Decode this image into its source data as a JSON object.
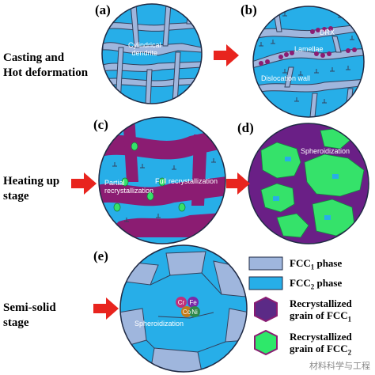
{
  "stages": {
    "casting": [
      "Casting and",
      "Hot deformation"
    ],
    "heating": [
      "Heating up",
      "stage"
    ],
    "semisolid": [
      "Semi-solid",
      "stage"
    ]
  },
  "panels": {
    "a": {
      "label": "(a)",
      "annotations": [
        "Cylindrical",
        "dendrite"
      ]
    },
    "b": {
      "label": "(b)",
      "annotations": [
        "DRX",
        "Lamellae",
        "Dislocation wall"
      ]
    },
    "c": {
      "label": "(c)",
      "annotations": [
        "Partial",
        "recrystallization",
        "Full recrystallization"
      ]
    },
    "d": {
      "label": "(d)",
      "annotations": [
        "Spheroidization"
      ]
    },
    "e": {
      "label": "(e)",
      "annotations": [
        "Spheroidization"
      ],
      "elements": [
        "Cr",
        "Fe",
        "Co",
        "Ni"
      ]
    }
  },
  "legend": {
    "fcc1": {
      "name": "FCC",
      "sub": "1",
      "tail": " phase",
      "color": "#9fb6dd"
    },
    "fcc2": {
      "name": "FCC",
      "sub": "2",
      "tail": " phase",
      "color": "#27aee8"
    },
    "rgrain1": {
      "line1": "Recrystallized",
      "line2": "grain of FCC",
      "sub": "1",
      "color": "#5b2a86"
    },
    "rgrain2": {
      "line1": "Recrystallized",
      "line2": "grain of FCC",
      "sub": "2",
      "color": "#2ee86a"
    }
  },
  "colors": {
    "fcc1": "#9fb6dd",
    "fcc2": "#27aee8",
    "purple": "#8b1c72",
    "green": "#35e26a",
    "arrow": "#e8241e",
    "outline": "#1f2a44"
  },
  "watermark": "材料科学与工程"
}
